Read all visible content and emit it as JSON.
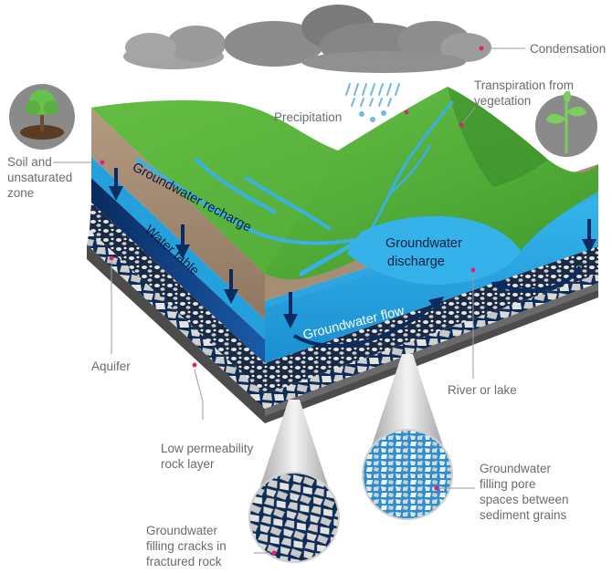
{
  "labels": {
    "condensation": "Condensation",
    "transpiration": "Transpiration from",
    "transpiration2": "vegetation",
    "precipitation": "Precipitation",
    "soil1": "Soil and",
    "soil2": "unsaturated",
    "soil3": "zone",
    "recharge": "Groundwater recharge",
    "water_table": "Water table",
    "discharge1": "Groundwater",
    "discharge2": "discharge",
    "flow": "Groundwater flow",
    "aquifer": "Aquifer",
    "river_lake": "River or lake",
    "low_perm1": "Low permeability",
    "low_perm2": "rock layer",
    "pore1": "Groundwater",
    "pore2": "filling pore",
    "pore3": "spaces between",
    "pore4": "sediment grains",
    "cracks1": "Groundwater",
    "cracks2": "filling cracks in",
    "cracks3": "fractured rock"
  },
  "colors": {
    "grass": "#5cb83c",
    "grass_dark": "#3d8f2a",
    "water": "#29a8e0",
    "water_deep": "#0b3a78",
    "soil": "#a38b72",
    "rock": "#5a5a5a",
    "label_dot": "#d6247a",
    "cloud": "#8a8a8a"
  },
  "icons": [
    "soil-tree-icon",
    "vegetation-sprout-icon",
    "cloud-icon",
    "rain-icon",
    "recharge-arrow-icon"
  ]
}
